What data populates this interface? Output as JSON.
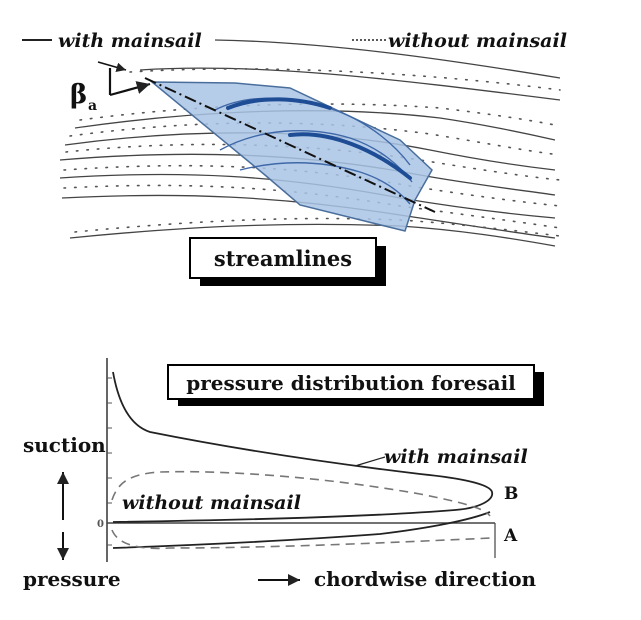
{
  "top_figure": {
    "legend_with": "with mainsail",
    "legend_without": "without mainsail",
    "angle_symbol": "β",
    "angle_subscript": "a",
    "label_box": "streamlines",
    "colors": {
      "sail_fill": "#a9c4e6",
      "sail_edge": "#2f5e9e",
      "line": "#333333"
    }
  },
  "bottom_figure": {
    "title_box": "pressure distribution foresail",
    "suction_label": "suction",
    "pressure_label": "pressure",
    "chordwise_label": "chordwise direction",
    "curve_label_with": "with mainsail",
    "curve_label_without": "without mainsail",
    "point_b": "B",
    "point_a": "A",
    "zero_tick": "0"
  }
}
